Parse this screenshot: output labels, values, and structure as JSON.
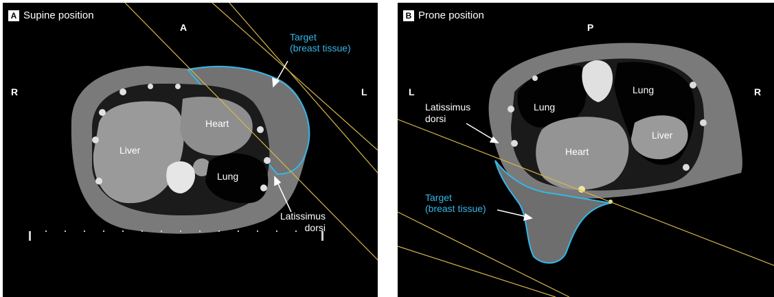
{
  "panel_a": {
    "letter": "A",
    "title": "Supine position",
    "orient_top": "A",
    "orient_left": "R",
    "orient_right": "L",
    "target_line1": "Target",
    "target_line2": "(breast tissue)",
    "organ_liver": "Liver",
    "organ_heart": "Heart",
    "organ_lung": "Lung",
    "muscle_line1": "Latissimus",
    "muscle_line2": "dorsi"
  },
  "panel_b": {
    "letter": "B",
    "title": "Prone position",
    "orient_top": "P",
    "orient_left": "L",
    "orient_right": "R",
    "target_line1": "Target",
    "target_line2": "(breast tissue)",
    "organ_lung_left": "Lung",
    "organ_lung_right": "Lung",
    "organ_heart": "Heart",
    "organ_liver": "Liver",
    "muscle_line1": "Latissimus",
    "muscle_line2": "dorsi"
  },
  "colors": {
    "target": "#35b7e8",
    "beam": "#d9b84a",
    "background": "#000000",
    "divider": "#ffffff"
  }
}
